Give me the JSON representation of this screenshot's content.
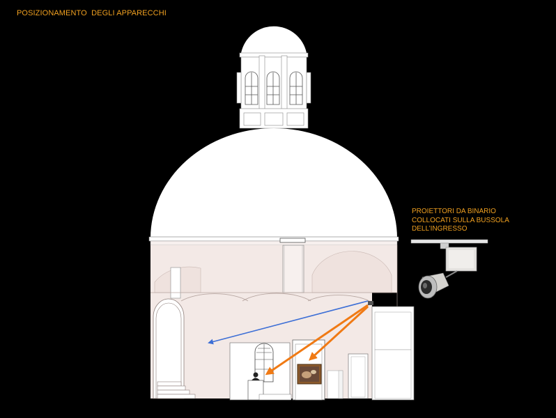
{
  "title": "POSIZIONAMENTO  DEGLI APPARECCHI",
  "callout": {
    "lines": [
      "PROIETTORI DA BINARIO",
      "COLLOCATI SULLA BUSSOLA",
      "DELL’INGRESSO"
    ]
  },
  "colors": {
    "background": "#000000",
    "text": "#f0a020",
    "building": "#ffffff",
    "interior": "#f3e9e6",
    "beam_blue": "#3d6fd6",
    "beam_orange": "#f07a14"
  },
  "icons": [
    "track-spotlight-icon",
    "painting-icon",
    "bust-statue-icon"
  ]
}
